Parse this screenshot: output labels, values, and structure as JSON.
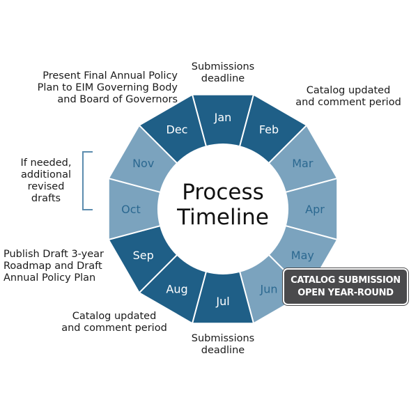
{
  "center": {
    "line1": "Process",
    "line2": "Timeline"
  },
  "months": [
    {
      "label": "Jan",
      "shade": "dark"
    },
    {
      "label": "Feb",
      "shade": "dark"
    },
    {
      "label": "Mar",
      "shade": "light"
    },
    {
      "label": "Apr",
      "shade": "light"
    },
    {
      "label": "May",
      "shade": "light"
    },
    {
      "label": "Jun",
      "shade": "light"
    },
    {
      "label": "Jul",
      "shade": "dark"
    },
    {
      "label": "Aug",
      "shade": "dark"
    },
    {
      "label": "Sep",
      "shade": "dark"
    },
    {
      "label": "Oct",
      "shade": "light"
    },
    {
      "label": "Nov",
      "shade": "light"
    },
    {
      "label": "Dec",
      "shade": "dark"
    }
  ],
  "colors": {
    "dark": "#1f5f87",
    "light": "#7ba3be",
    "dark_text": "#ffffff",
    "light_text": "#2b6890",
    "callout_bg": "#4a4a4c",
    "bracket": "#5b8cae"
  },
  "annotations": {
    "jan": {
      "line1": "Submissions",
      "line2": "deadline"
    },
    "feb": {
      "line1": "Catalog updated",
      "line2": "and comment period"
    },
    "dec": {
      "line1": "Present Final Annual Policy",
      "line2": "Plan to EIM Governing Body",
      "line3": "and Board of Governors"
    },
    "nov_oct": {
      "line1": "If needed,",
      "line2": "additional",
      "line3": "revised",
      "line4": "drafts"
    },
    "sep": {
      "line1": "Publish Draft 3-year",
      "line2": "Roadmap and Draft",
      "line3": "Annual Policy Plan"
    },
    "aug": {
      "line1": "Catalog updated",
      "line2": "and comment period"
    },
    "jul": {
      "line1": "Submissions",
      "line2": "deadline"
    }
  },
  "callout": {
    "line1": "CATALOG SUBMISSION",
    "line2": "OPEN YEAR-ROUND"
  }
}
